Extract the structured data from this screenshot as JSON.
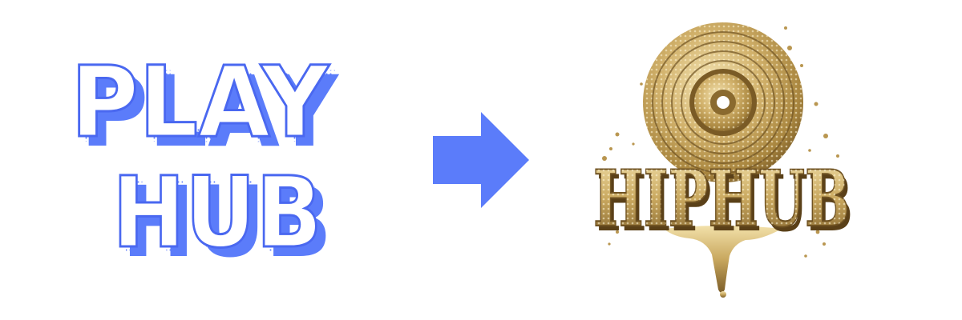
{
  "logos": {
    "left": {
      "line1": "PLAY",
      "line2": "HUB"
    },
    "right": {
      "wordmark": "HIPHUB"
    }
  },
  "icons": {
    "arrow": "arrow-right-icon",
    "record": "vinyl-record-icon"
  },
  "colors": {
    "primary_blue": "#5b7cfa",
    "blue_outline": "#4a68f0",
    "gold_light": "#e8d39a",
    "gold_mid": "#c7a760",
    "gold_dark": "#8a6a2f"
  }
}
